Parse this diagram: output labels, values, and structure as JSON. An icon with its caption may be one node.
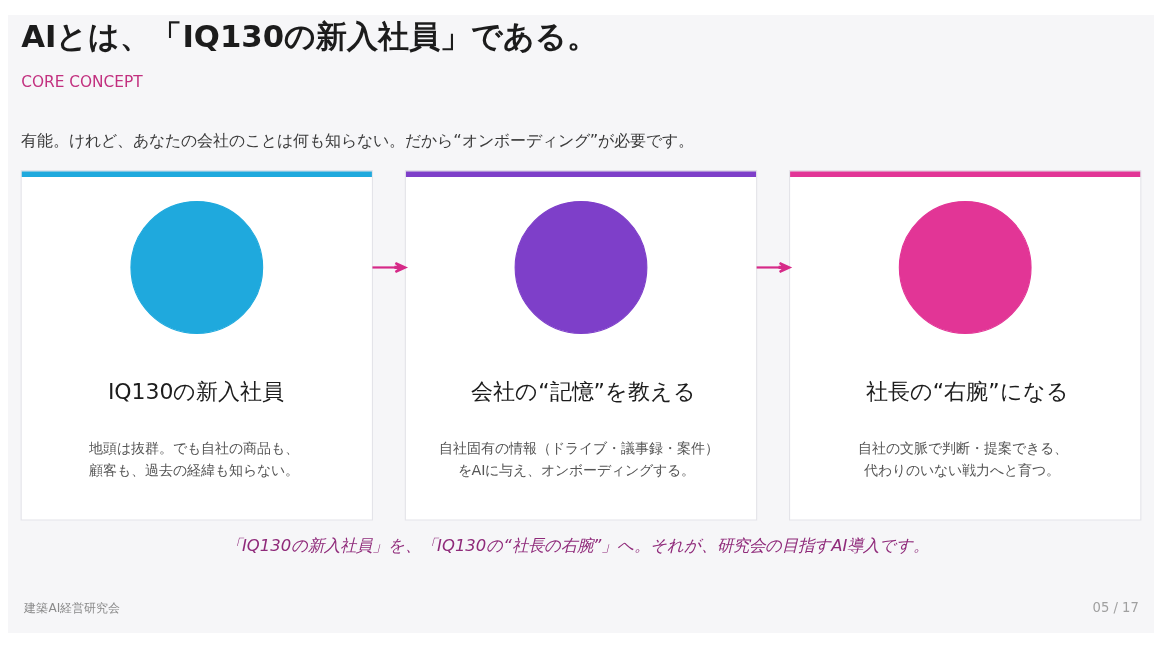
{
  "diagram": {
    "title": "AIとは、「IQ130の新入社員」である。",
    "nodes": [
      {
        "text": [
          "IQ130の新入社員",
          "地頭は抜群。でも自社の商品も、顧客も、過去の経緯も知らない。"
        ]
      },
      {
        "text": [],
        "shape": "circle",
        "in": 0
      },
      {
        "text": [
          "会社の“記憶”を教える",
          "自社固有の情報（ドライブ・議事録・案件）をAIに与え、オンボーディングする。"
        ]
      },
      {
        "text": [],
        "shape": "circle",
        "in": 2
      },
      {
        "text": [
          "社長の“右腕”になる",
          "自社の文脈で判断・提案できる、代わりのいない戦力へと育つ。"
        ]
      },
      {
        "text": [],
        "shape": "circle",
        "in": 4
      }
    ],
    "edges": [
      {
        "from": 0,
        "to": 2,
        "arrow": "to"
      },
      {
        "from": 2,
        "to": 4,
        "arrow": "to"
      }
    ],
    "labels": [
      "CORE CONCEPT",
      "有能。けれど、あなたの会社のことは何も知らない。だから“オンボーディング”が必要です。",
      "「IQ130の新入社員」を、「IQ130の“社長の右腕”」へ。それが、研究会の目指すAI導入です。",
      "建築AI経営研究会",
      "05 / 17"
    ]
  }
}
